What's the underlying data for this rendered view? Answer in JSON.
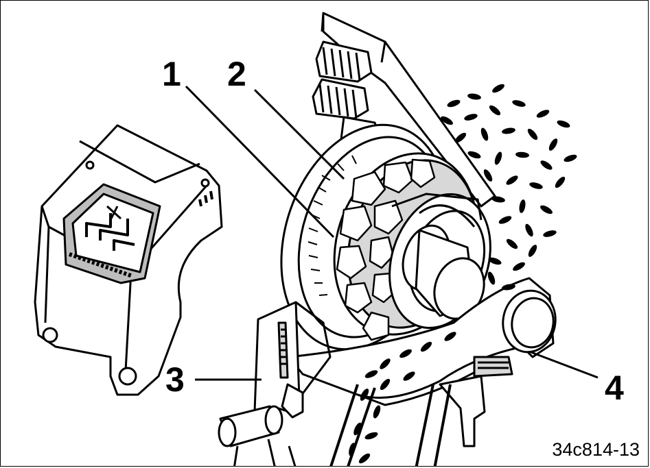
{
  "callouts": {
    "c1": "1",
    "c2": "2",
    "c3": "3",
    "c4": "4"
  },
  "figure_code": "34c814-13",
  "colors": {
    "ink": "#000000",
    "paper": "#ffffff",
    "shade": "#bdbdbd"
  }
}
